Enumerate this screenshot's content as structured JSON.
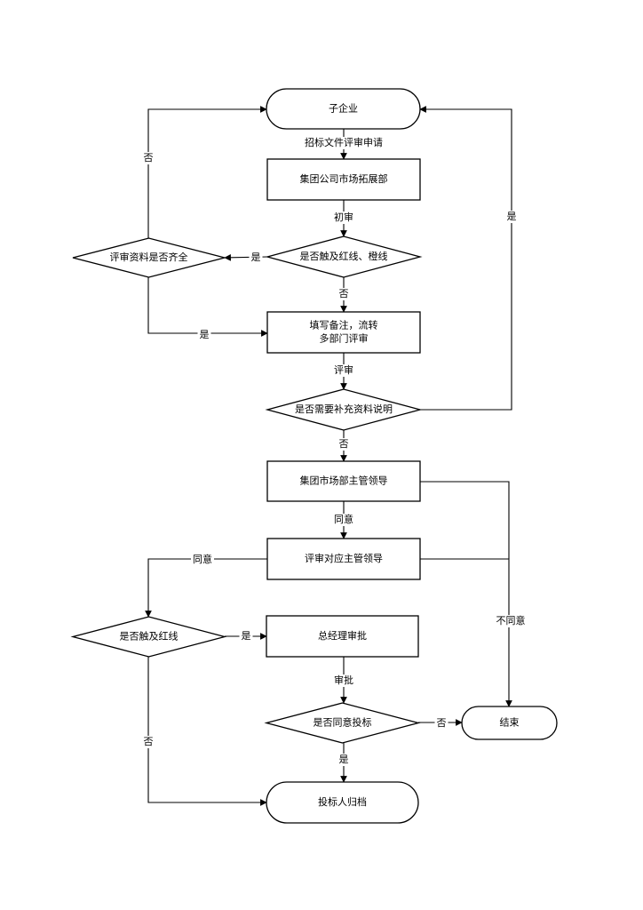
{
  "nodes": {
    "start": {
      "type": "terminal",
      "lines": [
        "子企业"
      ]
    },
    "market_dept": {
      "type": "process",
      "lines": [
        "集团公司市场拓展部"
      ]
    },
    "redline_orange_check": {
      "type": "decision",
      "lines": [
        "是否触及红线、橙线"
      ]
    },
    "materials_complete": {
      "type": "decision",
      "lines": [
        "评审资料是否齐全"
      ]
    },
    "notes_multi_review": {
      "type": "process",
      "lines": [
        "填写备注，流转",
        "多部门评审"
      ]
    },
    "need_supplement": {
      "type": "decision",
      "lines": [
        "是否需要补充资料说明"
      ]
    },
    "market_dept_leader": {
      "type": "process",
      "lines": [
        "集团市场部主管领导"
      ]
    },
    "review_leader": {
      "type": "process",
      "lines": [
        "评审对应主管领导"
      ]
    },
    "redline_check": {
      "type": "decision",
      "lines": [
        "是否触及红线"
      ]
    },
    "gm_approval": {
      "type": "process",
      "lines": [
        "总经理审批"
      ]
    },
    "agree_bid": {
      "type": "decision",
      "lines": [
        "是否同意投标"
      ]
    },
    "end": {
      "type": "terminal",
      "lines": [
        "结束"
      ]
    },
    "archive": {
      "type": "terminal",
      "lines": [
        "投标人归档"
      ]
    }
  },
  "edges": [
    {
      "from": "start",
      "to": "market_dept",
      "label": "招标文件评审申请"
    },
    {
      "from": "market_dept",
      "to": "redline_orange_check",
      "label": "初审"
    },
    {
      "from": "redline_orange_check",
      "to": "materials_complete",
      "label": "是"
    },
    {
      "from": "redline_orange_check",
      "to": "notes_multi_review",
      "label": "否"
    },
    {
      "from": "materials_complete",
      "to": "start",
      "label": "否"
    },
    {
      "from": "materials_complete",
      "to": "notes_multi_review",
      "label": "是"
    },
    {
      "from": "notes_multi_review",
      "to": "need_supplement",
      "label": "评审"
    },
    {
      "from": "need_supplement",
      "to": "start",
      "label": "是"
    },
    {
      "from": "need_supplement",
      "to": "market_dept_leader",
      "label": "否"
    },
    {
      "from": "market_dept_leader",
      "to": "review_leader",
      "label": "同意"
    },
    {
      "from": "market_dept_leader",
      "to": "end",
      "label": ""
    },
    {
      "from": "review_leader",
      "to": "redline_check",
      "label": "同意"
    },
    {
      "from": "review_leader",
      "to": "end",
      "label": "不同意"
    },
    {
      "from": "redline_check",
      "to": "gm_approval",
      "label": "是"
    },
    {
      "from": "redline_check",
      "to": "archive",
      "label": "否"
    },
    {
      "from": "gm_approval",
      "to": "agree_bid",
      "label": "审批"
    },
    {
      "from": "agree_bid",
      "to": "end",
      "label": "否"
    },
    {
      "from": "agree_bid",
      "to": "archive",
      "label": "是"
    }
  ]
}
